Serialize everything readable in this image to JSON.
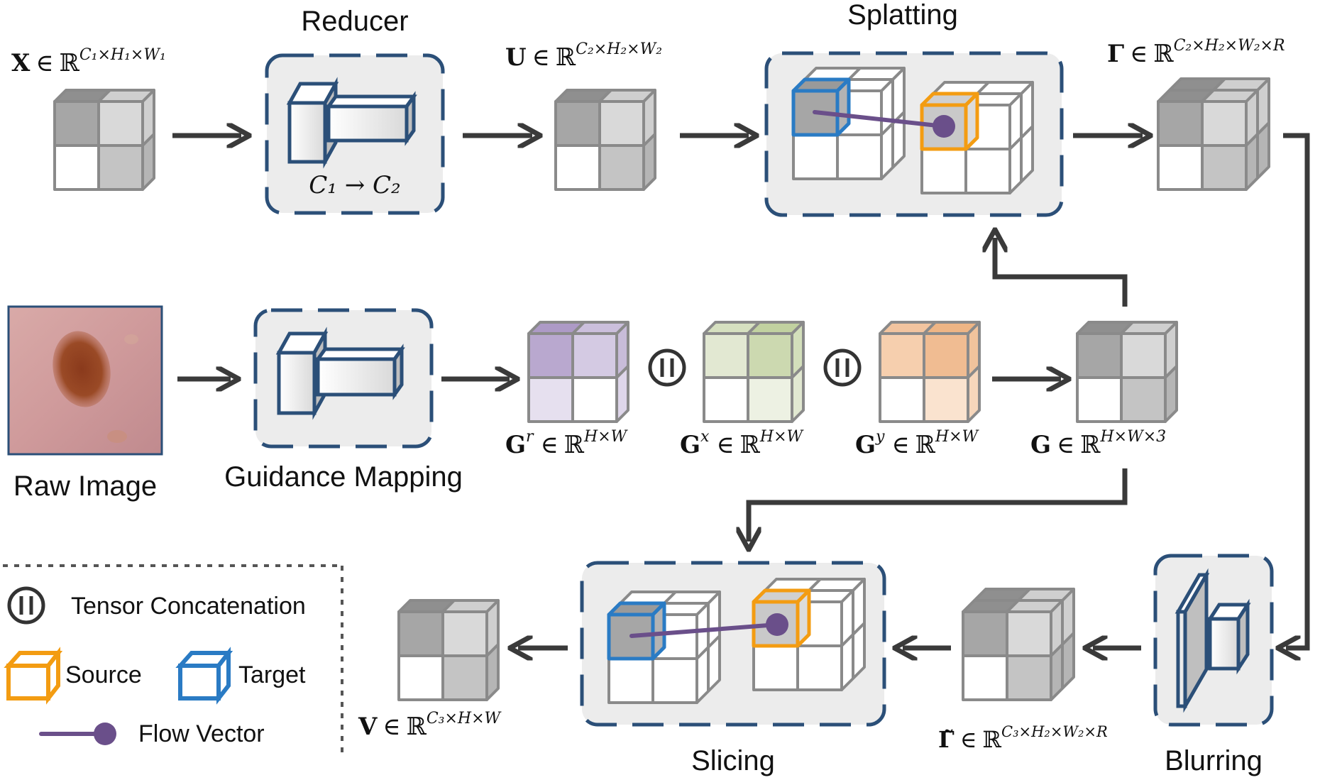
{
  "modules": {
    "reducer": {
      "title": "Reducer",
      "mapping": "C₁ → C₂"
    },
    "splatting": {
      "title": "Splatting"
    },
    "guidance": {
      "title": "Guidance Mapping"
    },
    "slicing": {
      "title": "Slicing"
    },
    "blurring": {
      "title": "Blurring"
    }
  },
  "raw_image": {
    "label": "Raw Image"
  },
  "tensors": {
    "x": {
      "symbol": "X",
      "in": "∈",
      "space": "ℝ",
      "dims": "C₁×H₁×W₁"
    },
    "u": {
      "symbol": "U",
      "in": "∈",
      "space": "ℝ",
      "dims": "C₂×H₂×W₂"
    },
    "gamma": {
      "symbol": "Γ",
      "in": "∈",
      "space": "ℝ",
      "dims": "C₂×H₂×W₂×R"
    },
    "gr": {
      "symbol": "G",
      "sup": "r",
      "in": "∈",
      "space": "ℝ",
      "dims": "H×W"
    },
    "gx": {
      "symbol": "G",
      "sup": "x",
      "in": "∈",
      "space": "ℝ",
      "dims": "H×W"
    },
    "gy": {
      "symbol": "G",
      "sup": "y",
      "in": "∈",
      "space": "ℝ",
      "dims": "H×W"
    },
    "g": {
      "symbol": "G",
      "in": "∈",
      "space": "ℝ",
      "dims": "H×W×3"
    },
    "gamma_tilde": {
      "symbol": "Γ̃",
      "in": "∈",
      "space": "ℝ",
      "dims": "C₃×H₂×W₂×R"
    },
    "v": {
      "symbol": "V",
      "in": "∈",
      "space": "ℝ",
      "dims": "C₃×H×W"
    }
  },
  "legend": {
    "concat": "Tensor Concatenation",
    "source": "Source",
    "target": "Target",
    "flow": "Flow Vector"
  },
  "colors": {
    "module_border": "#2b4f78",
    "module_fill": "#ececec",
    "arrow": "#3a3a3a",
    "source": "#f39c12",
    "target": "#2a7bc4",
    "flow": "#6a4f8a",
    "cube_edge": "#8a8a8a"
  }
}
